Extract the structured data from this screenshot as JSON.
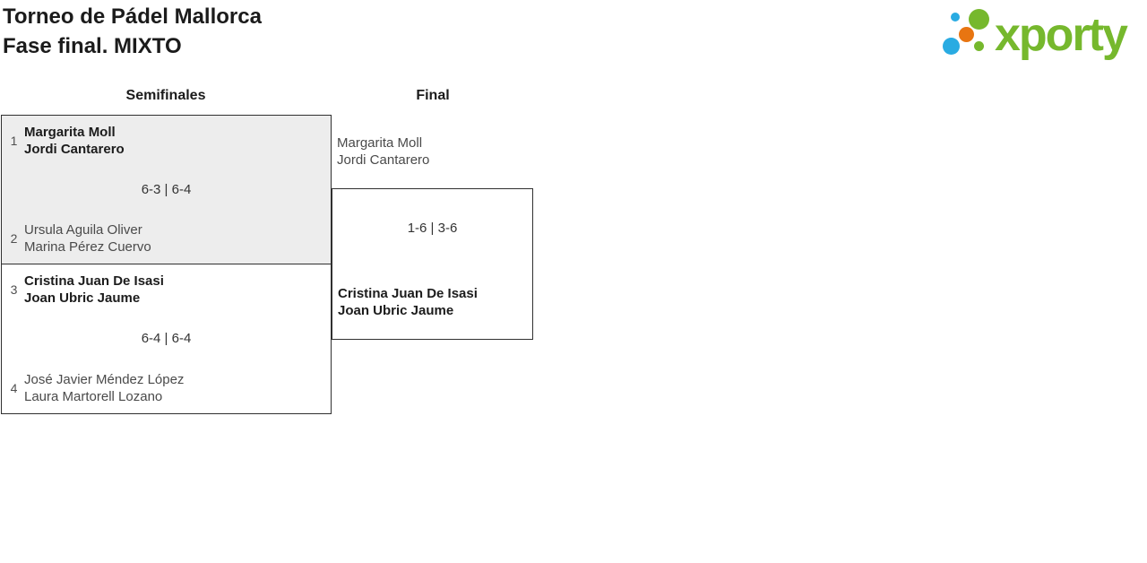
{
  "header": {
    "title_line1": "Torneo de Pádel Mallorca",
    "title_line2": "Fase final. MIXTO",
    "logo_text": "xporty"
  },
  "colors": {
    "logo_green": "#76b82d",
    "logo_blue": "#29abe2",
    "logo_orange": "#e87511",
    "box_highlight_bg": "#ededed",
    "box_border": "#303030",
    "winner_text": "#1c1c1c",
    "loser_text": "#4a4a4a"
  },
  "bracket": {
    "rounds": [
      {
        "label": "Semifinales",
        "matches": [
          {
            "team1": {
              "seed": "1",
              "players": [
                "Margarita Moll",
                "Jordi Cantarero"
              ],
              "winner": true
            },
            "score": "6-3 | 6-4",
            "team2": {
              "seed": "2",
              "players": [
                "Ursula Aguila Oliver",
                "Marina Pérez Cuervo"
              ],
              "winner": false
            }
          },
          {
            "team1": {
              "seed": "3",
              "players": [
                "Cristina Juan De Isasi",
                "Joan Ubric Jaume"
              ],
              "winner": true
            },
            "score": "6-4 | 6-4",
            "team2": {
              "seed": "4",
              "players": [
                "José Javier Méndez López",
                "Laura Martorell Lozano"
              ],
              "winner": false
            }
          }
        ]
      },
      {
        "label": "Final",
        "matches": [
          {
            "team1": {
              "players": [
                "Margarita Moll",
                "Jordi Cantarero"
              ],
              "winner": false
            },
            "score": "1-6 | 3-6",
            "team2": {
              "players": [
                "Cristina Juan De Isasi",
                "Joan Ubric Jaume"
              ],
              "winner": true
            }
          }
        ]
      }
    ]
  }
}
